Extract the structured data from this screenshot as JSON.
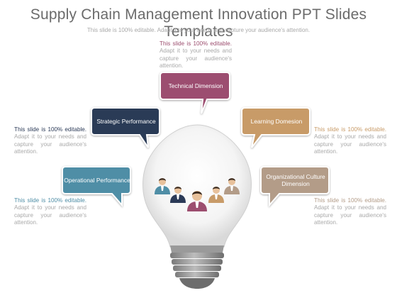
{
  "header": {
    "title": "Supply Chain Management Innovation PPT Slides Templates",
    "subtitle": "This slide is 100% editable. Adapt it to your needs and capture your audience's attention."
  },
  "bubbles": [
    {
      "label": "Technical Dimension",
      "color": "#9c4e6f"
    },
    {
      "label": "Strategic Performance",
      "color": "#2b3a57"
    },
    {
      "label": "Learning Domesion",
      "color": "#c89b68"
    },
    {
      "label": "Operational Performance",
      "color": "#4f8ea6"
    },
    {
      "label": "Organizational Culture Dimension",
      "color": "#b39c88"
    }
  ],
  "descriptions": [
    {
      "lead": "This slide is 100% editable.",
      "rest": " Adapt it to your needs and capture your audience's attention.",
      "color": "#9c4e6f"
    },
    {
      "lead": "This slide is 100% editable.",
      "rest": " Adapt it to your needs and capture your audience's attention.",
      "color": "#2b3a57"
    },
    {
      "lead": "This slide is 100% editable.",
      "rest": " Adapt it to your needs and capture your audience's attention.",
      "color": "#c89b68"
    },
    {
      "lead": "This slide is 100% editable.",
      "rest": " Adapt it to your needs and capture your audience's attention.",
      "color": "#4f8ea6"
    },
    {
      "lead": "This slide is 100% editable.",
      "rest": " Adapt it to your needs and capture your audience's attention.",
      "color": "#b39c88"
    }
  ],
  "icons": [
    "team-people-icon",
    "lightbulb-icon"
  ]
}
